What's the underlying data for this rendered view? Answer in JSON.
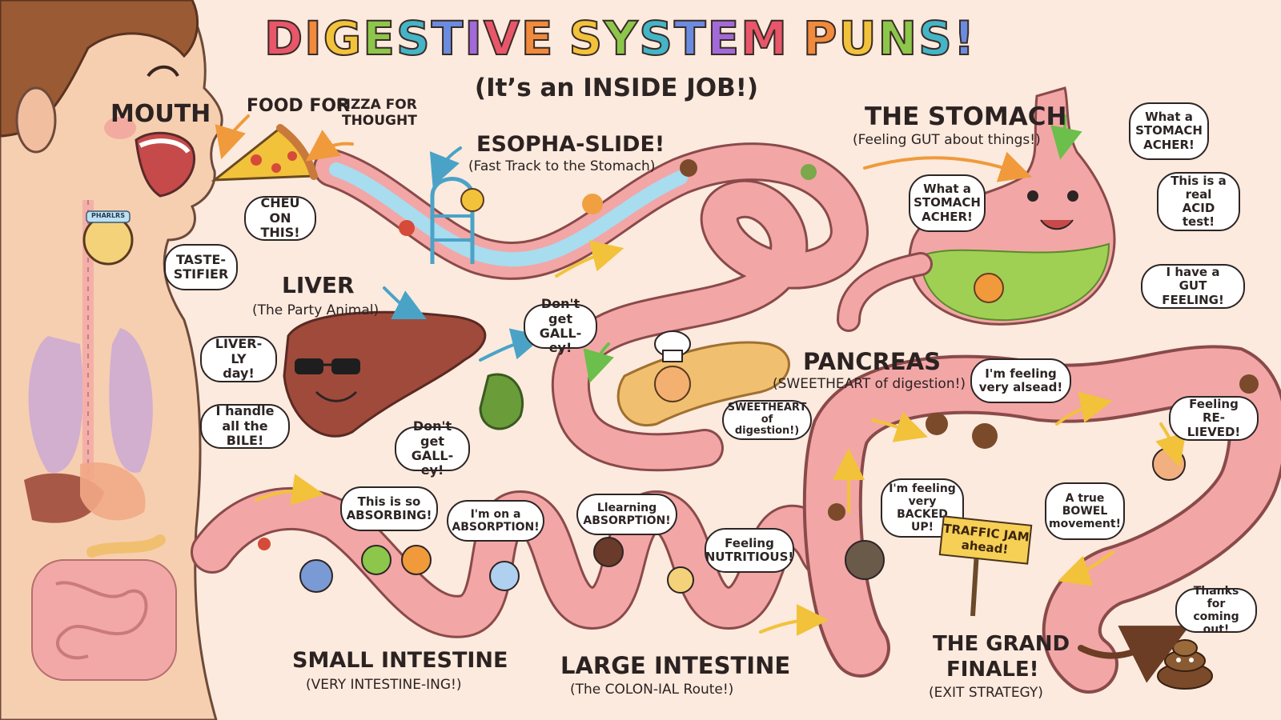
{
  "title": {
    "words": [
      "DIGESTIVE",
      "SYSTEM",
      "PUNS!"
    ],
    "subtitle": "(It’s an INSIDE JOB!)",
    "letter_colors": [
      "#e8566a",
      "#f08a3c",
      "#f2c23a",
      "#8cc64a",
      "#43b5c7",
      "#6a8ce0",
      "#a26ad8"
    ]
  },
  "sections": {
    "mouth": {
      "label": "MOUTH"
    },
    "food": {
      "label": "FOOD FOR",
      "pizza_label": "FIZZA FOR\nTHOUGHT"
    },
    "esophagus": {
      "label": "ESOPHA-SLIDE!",
      "caption": "(Fast Track to the Stomach)"
    },
    "stomach": {
      "label": "THE STOMACH",
      "caption": "(Feeling GUT about things!)"
    },
    "liver": {
      "label": "LIVER",
      "caption": "(The Party Animal)"
    },
    "pancreas": {
      "label": "PANCREAS",
      "caption": "(SWEETHEART of digestion!)"
    },
    "small_intestine": {
      "label": "SMALL INTESTINE",
      "caption": "(VERY INTESTINE-ING!)"
    },
    "large_intestine": {
      "label": "LARGE INTESTINE",
      "caption": "(The COLON-IAL Route!)"
    },
    "finale": {
      "label_line1": "THE GRAND",
      "label_line2": "FINALE!",
      "caption": "(EXIT STRATEGY)"
    }
  },
  "bubbles": {
    "chew": "CHEU ON\nTHIS!",
    "taste": "TASTE-\nSTIFIER",
    "liverly": "LIVER-LY\nday!",
    "bile": "I handle\nall the BILE!",
    "gall_bottom": "Don't get\nGALL-ey!",
    "gall_top": "Don't get\nGALL-ey!",
    "acher_inner": "What a\nSTOMACH\nACHER!",
    "acher_outer": "What a\nSTOMACH\nACHER!",
    "acid": "This is a\nreal\nACID test!",
    "gut": "I have a\nGUT FEELING!",
    "sweetheart": "SWEETHEART\nof digestion!)",
    "alsead": "I'm feeling\nvery alsead!",
    "relieved": "Feeling\nRE-LIEVED!",
    "absorbing": "This is so\nABSORBING!",
    "absorption_roll": "I'm on a\nABSORPTION!",
    "learning": "Llearning\nABSORPTION!",
    "nutritious": "Feeling\nNUTRITIOUS!",
    "backed": "I'm feeling\nvery BACKED\nUP!",
    "bowel": "A true\nBOWEL\nmovement!",
    "coming_out": "Thanks for\ncoming out!"
  },
  "sign": {
    "text": "TRAFFIC JAM\nahead!"
  },
  "badge": {
    "text": "PHARLRS"
  },
  "colors": {
    "background": "#fbeadd",
    "skin": "#f6cfb0",
    "gut_pink": "#f2a6a6",
    "gut_outline": "#8a4a4a",
    "stomach_acid": "#9fd054",
    "liver": "#a04a3c",
    "pancreas": "#f0c070",
    "gallbladder": "#6a9c3a",
    "water": "#a8dcef",
    "arrow_yellow": "#f2c23a",
    "arrow_green": "#6bbf4a",
    "arrow_blue": "#4aa3c7",
    "arrow_orange": "#f09a3c"
  },
  "icons": [
    "pizza-icon",
    "sunglasses-icon",
    "chef-hat-icon",
    "poop-icon",
    "water-slide-icon",
    "signpost-icon"
  ]
}
